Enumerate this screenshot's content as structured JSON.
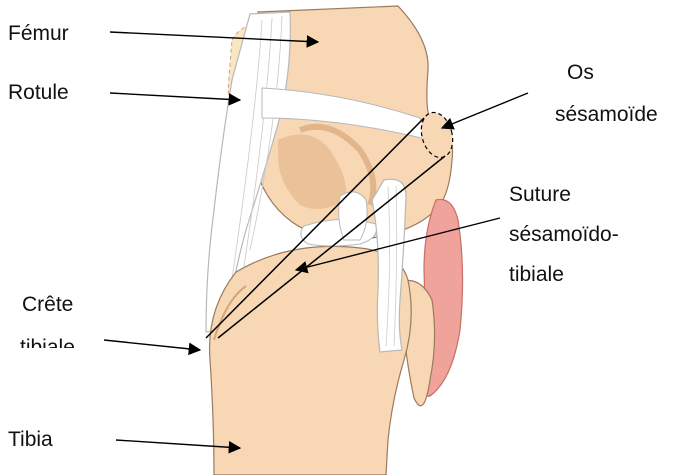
{
  "labels": {
    "femur": "Fémur",
    "rotule": "Rotule",
    "os": "Os",
    "sesamoide": "sésamoïde",
    "suture": "Suture",
    "sesamoido": "sésamoïdo-",
    "tibiale": "tibiale",
    "crete": "Crête",
    "tibiale2": "tibiale",
    "tibia": "Tibia"
  },
  "colors": {
    "bone": "#F7D7B4",
    "bone_shadow": "#E8BF96",
    "bone_dark": "#D9A679",
    "ligament": "#FFFFFF",
    "ligament_stroke": "#B8B8B8",
    "patella": "#FBE6C2",
    "muscle": "#EFA39B",
    "muscle_stroke": "#C76E66",
    "outline": "#8A6A50",
    "arrow": "#000000"
  }
}
